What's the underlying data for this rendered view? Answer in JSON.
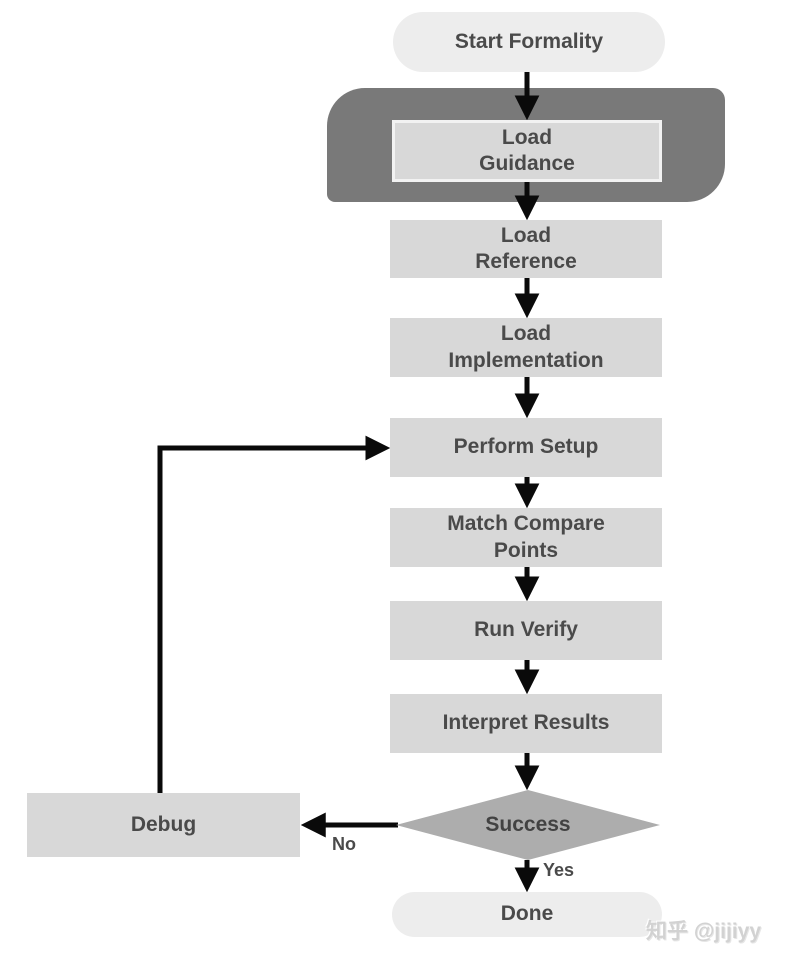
{
  "flowchart": {
    "nodes": {
      "start": {
        "label": "Start Formality",
        "type": "terminator"
      },
      "load_guidance": {
        "label": "Load\nGuidance",
        "type": "process"
      },
      "load_reference": {
        "label": "Load\nReference",
        "type": "process"
      },
      "load_implementation": {
        "label": "Load\nImplementation",
        "type": "process"
      },
      "perform_setup": {
        "label": "Perform Setup",
        "type": "process"
      },
      "match_compare_points": {
        "label": "Match Compare\nPoints",
        "type": "process"
      },
      "run_verify": {
        "label": "Run Verify",
        "type": "process"
      },
      "interpret_results": {
        "label": "Interpret Results",
        "type": "process"
      },
      "success": {
        "label": "Success",
        "type": "decision"
      },
      "debug": {
        "label": "Debug",
        "type": "process"
      },
      "done": {
        "label": "Done",
        "type": "terminator"
      }
    },
    "edge_labels": {
      "no": "No",
      "yes": "Yes"
    },
    "colors": {
      "process_fill": "#d8d8d8",
      "terminator_fill": "#ededed",
      "decision_fill": "#adadad",
      "container_fill": "#797979",
      "guidance_border": "#f2f2f2",
      "arrow": "#0a0a0a",
      "text": "#4a4a4a",
      "watermark_text": "#d2d2d2"
    }
  },
  "watermark": {
    "text": "知乎 @jijiyy"
  }
}
